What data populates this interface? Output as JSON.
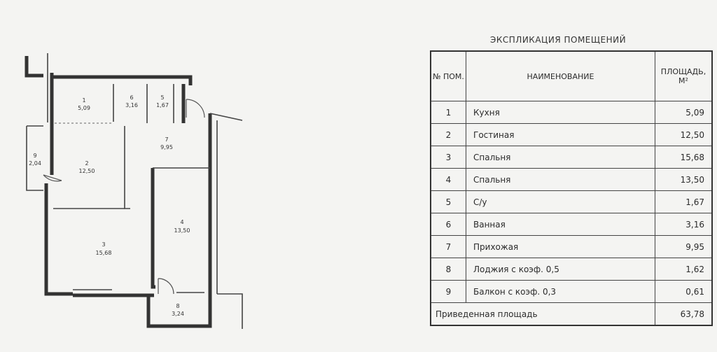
{
  "caption": "ЭКСПЛИКАЦИЯ ПОМЕЩЕНИЙ",
  "headers": {
    "num": "№ ПОМ.",
    "name": "НАИМЕНОВАНИЕ",
    "area": "ПЛОЩАДЬ, М²"
  },
  "rooms": [
    {
      "num": "1",
      "name": "Кухня",
      "area": "5,09"
    },
    {
      "num": "2",
      "name": "Гостиная",
      "area": "12,50"
    },
    {
      "num": "3",
      "name": "Спальня",
      "area": "15,68"
    },
    {
      "num": "4",
      "name": "Спальня",
      "area": "13,50"
    },
    {
      "num": "5",
      "name": "С/у",
      "area": "1,67"
    },
    {
      "num": "6",
      "name": "Ванная",
      "area": "3,16"
    },
    {
      "num": "7",
      "name": "Прихожая",
      "area": "9,95"
    },
    {
      "num": "8",
      "name": "Лоджия с коэф. 0,5",
      "area": "1,62"
    },
    {
      "num": "9",
      "name": "Балкон с коэф. 0,3",
      "area": "0,61"
    }
  ],
  "total": {
    "label": "Приведенная площадь",
    "area": "63,78"
  },
  "plan_labels": [
    {
      "num": "1",
      "area": "5,09"
    },
    {
      "num": "2",
      "area": "12,50"
    },
    {
      "num": "3",
      "area": "15,68"
    },
    {
      "num": "4",
      "area": "13,50"
    },
    {
      "num": "5",
      "area": "1,67"
    },
    {
      "num": "6",
      "area": "3,16"
    },
    {
      "num": "7",
      "area": "9,95"
    },
    {
      "num": "8",
      "area": "3,24"
    },
    {
      "num": "9",
      "area": "2,04"
    }
  ]
}
